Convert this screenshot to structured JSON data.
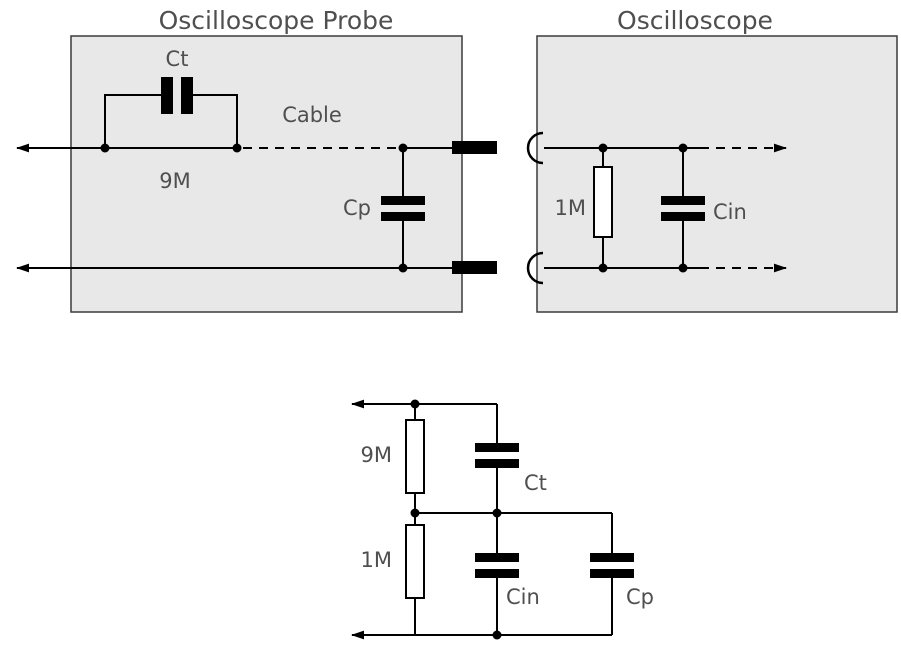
{
  "colors": {
    "box_fill": "#e8e8e8",
    "box_stroke": "#3a3a3a",
    "wire": "#000000",
    "text": "#4f4f4f"
  },
  "probe": {
    "title": "Oscilloscope Probe",
    "ct": "Ct",
    "r9m": "9M",
    "cable": "Cable",
    "cp": "Cp"
  },
  "scope": {
    "title": "Oscilloscope",
    "r1m": "1M",
    "cin": "Cin"
  },
  "equivalent": {
    "r9m": "9M",
    "ct": "Ct",
    "r1m": "1M",
    "cin": "Cin",
    "cp": "Cp"
  }
}
